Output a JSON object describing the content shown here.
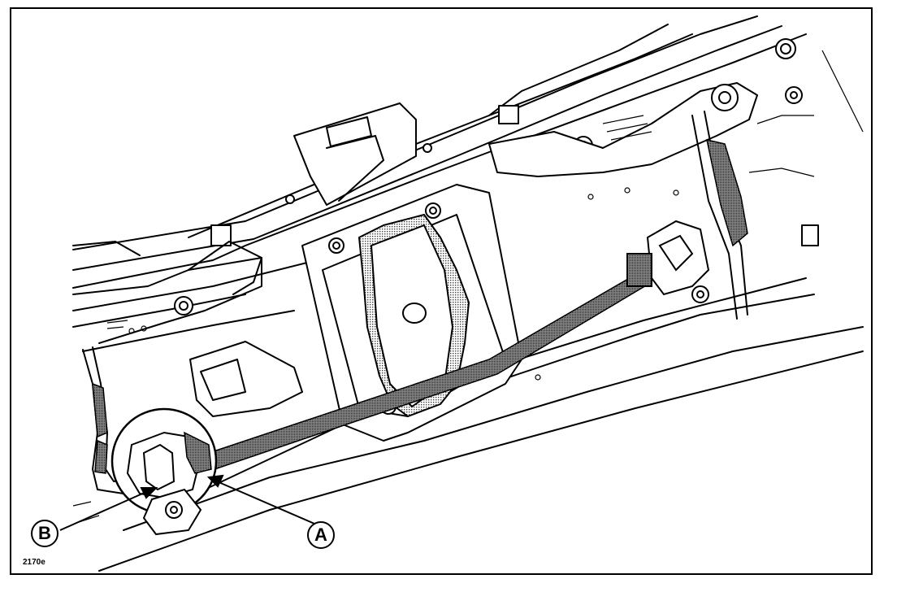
{
  "figure": {
    "callouts": {
      "a": "A",
      "b": "B"
    },
    "figure_number": "2170e"
  }
}
